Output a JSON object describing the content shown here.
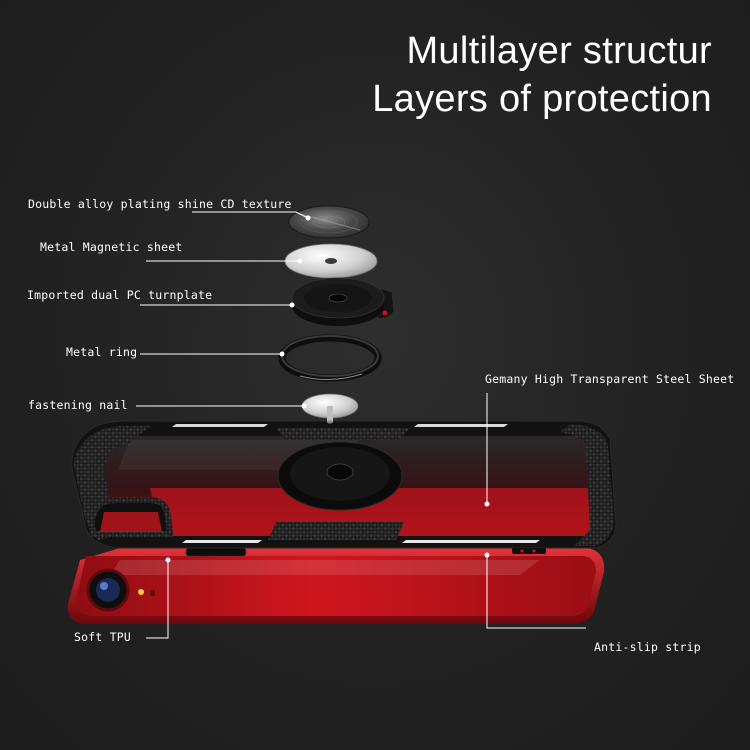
{
  "header": {
    "line1": "Multilayer structur",
    "line2": "Layers of protection"
  },
  "callouts": {
    "cd_texture": "Double alloy plating shine CD texture",
    "magnetic_sheet": "Metal Magnetic sheet",
    "turnplate": "Imported dual PC turnplate",
    "metal_ring": "Metal ring",
    "fastening_nail": "fastening nail",
    "steel_sheet": "Gemany High Transparent Steel Sheet",
    "soft_tpu": "Soft TPU",
    "anti_slip": "Anti-slip strip"
  },
  "colors": {
    "background": "#232323",
    "phone_red": "#c4141c",
    "case_black": "#141414",
    "leader_line": "#ffffff"
  }
}
